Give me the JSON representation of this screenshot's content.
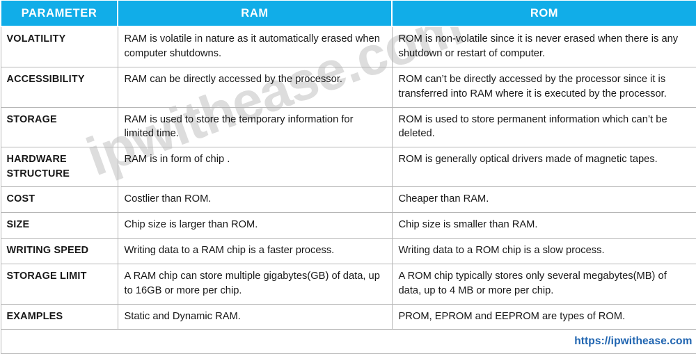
{
  "watermark": {
    "text": "ipwithease.com"
  },
  "table": {
    "headers": [
      {
        "label": "PARAMETER",
        "name": "header-parameter"
      },
      {
        "label": "RAM",
        "name": "header-ram"
      },
      {
        "label": "ROM",
        "name": "header-rom"
      }
    ],
    "header_bg": "#11ADE8",
    "header_color": "#FFFFFF",
    "border_color": "#B6B6B6",
    "rows": [
      {
        "parameter": "VOLATILITY",
        "ram": "RAM is volatile in nature as it automatically erased when computer shutdowns.",
        "rom": "ROM is non-volatile since it is never erased when there is any shutdown or restart of computer."
      },
      {
        "parameter": "ACCESSIBILITY",
        "ram": "RAM can be directly accessed by the processor.",
        "rom": "ROM can’t be directly accessed by the processor since it is transferred into RAM where it is executed by the processor."
      },
      {
        "parameter": "STORAGE",
        "ram": "RAM is used to store the temporary information for limited time.",
        "rom": "ROM is used to store permanent information which can’t be deleted."
      },
      {
        "parameter": "HARDWARE STRUCTURE",
        "ram": "RAM is in form of chip .",
        "rom": "ROM is generally optical drivers made of magnetic tapes."
      },
      {
        "parameter": "COST",
        "ram": "Costlier than ROM.",
        "rom": "Cheaper than RAM."
      },
      {
        "parameter": "SIZE",
        "ram": "Chip size is larger than ROM.",
        "rom": "Chip size is smaller than RAM."
      },
      {
        "parameter": "WRITING SPEED",
        "ram": "Writing data to a RAM chip is a faster process.",
        "rom": "Writing data to a ROM chip is a slow process."
      },
      {
        "parameter": "STORAGE LIMIT",
        "ram": "A RAM chip can store multiple gigabytes(GB) of data, up to 16GB or more per chip.",
        "rom": "A ROM chip typically stores only several megabytes(MB) of data, up to 4 MB or more per chip."
      },
      {
        "parameter": "EXAMPLES",
        "ram": "Static and Dynamic RAM.",
        "rom": "PROM, EPROM and EEPROM are types of ROM."
      }
    ]
  },
  "footer": {
    "site_url": "https://ipwithease.com",
    "link_color": "#1F64B0"
  }
}
